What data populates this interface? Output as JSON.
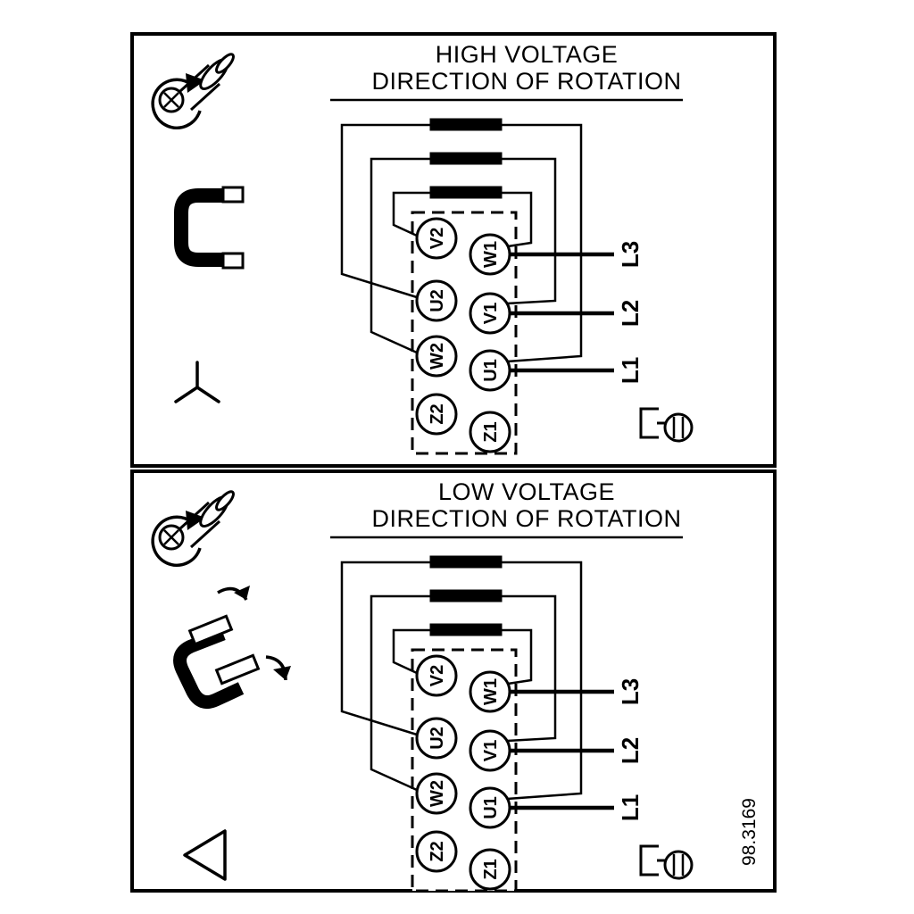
{
  "figure_number": "98.3169",
  "colors": {
    "line": "#000000",
    "background": "#ffffff"
  },
  "high_voltage": {
    "title_line1": "HIGH VOLTAGE",
    "title_line2": "DIRECTION OF ROTATION",
    "connection_symbol": "star",
    "terminals": {
      "left": [
        "V2",
        "U2",
        "W2",
        "Z2"
      ],
      "right": [
        "W1",
        "V1",
        "U1",
        "Z1"
      ]
    },
    "supply_lines": [
      "L3",
      "L2",
      "L1"
    ],
    "link_pairs": [
      [
        "U2",
        "U1"
      ],
      [
        "W2",
        "V1"
      ],
      [
        "V2",
        "W1"
      ]
    ],
    "icons": [
      "screw-rotation-icon",
      "jumper-link-icon",
      "star-connection-symbol",
      "ground-screw-icon"
    ]
  },
  "low_voltage": {
    "title_line1": "LOW VOLTAGE",
    "title_line2": "DIRECTION OF ROTATION",
    "connection_symbol": "delta",
    "terminals": {
      "left": [
        "V2",
        "U2",
        "W2",
        "Z2"
      ],
      "right": [
        "W1",
        "V1",
        "U1",
        "Z1"
      ]
    },
    "supply_lines": [
      "L3",
      "L2",
      "L1"
    ],
    "link_pairs": [
      [
        "U2",
        "U1"
      ],
      [
        "W2",
        "V1"
      ],
      [
        "V2",
        "W1"
      ]
    ],
    "icons": [
      "screw-rotation-icon",
      "jumper-links-moving-icon",
      "delta-connection-symbol",
      "ground-screw-icon"
    ]
  }
}
